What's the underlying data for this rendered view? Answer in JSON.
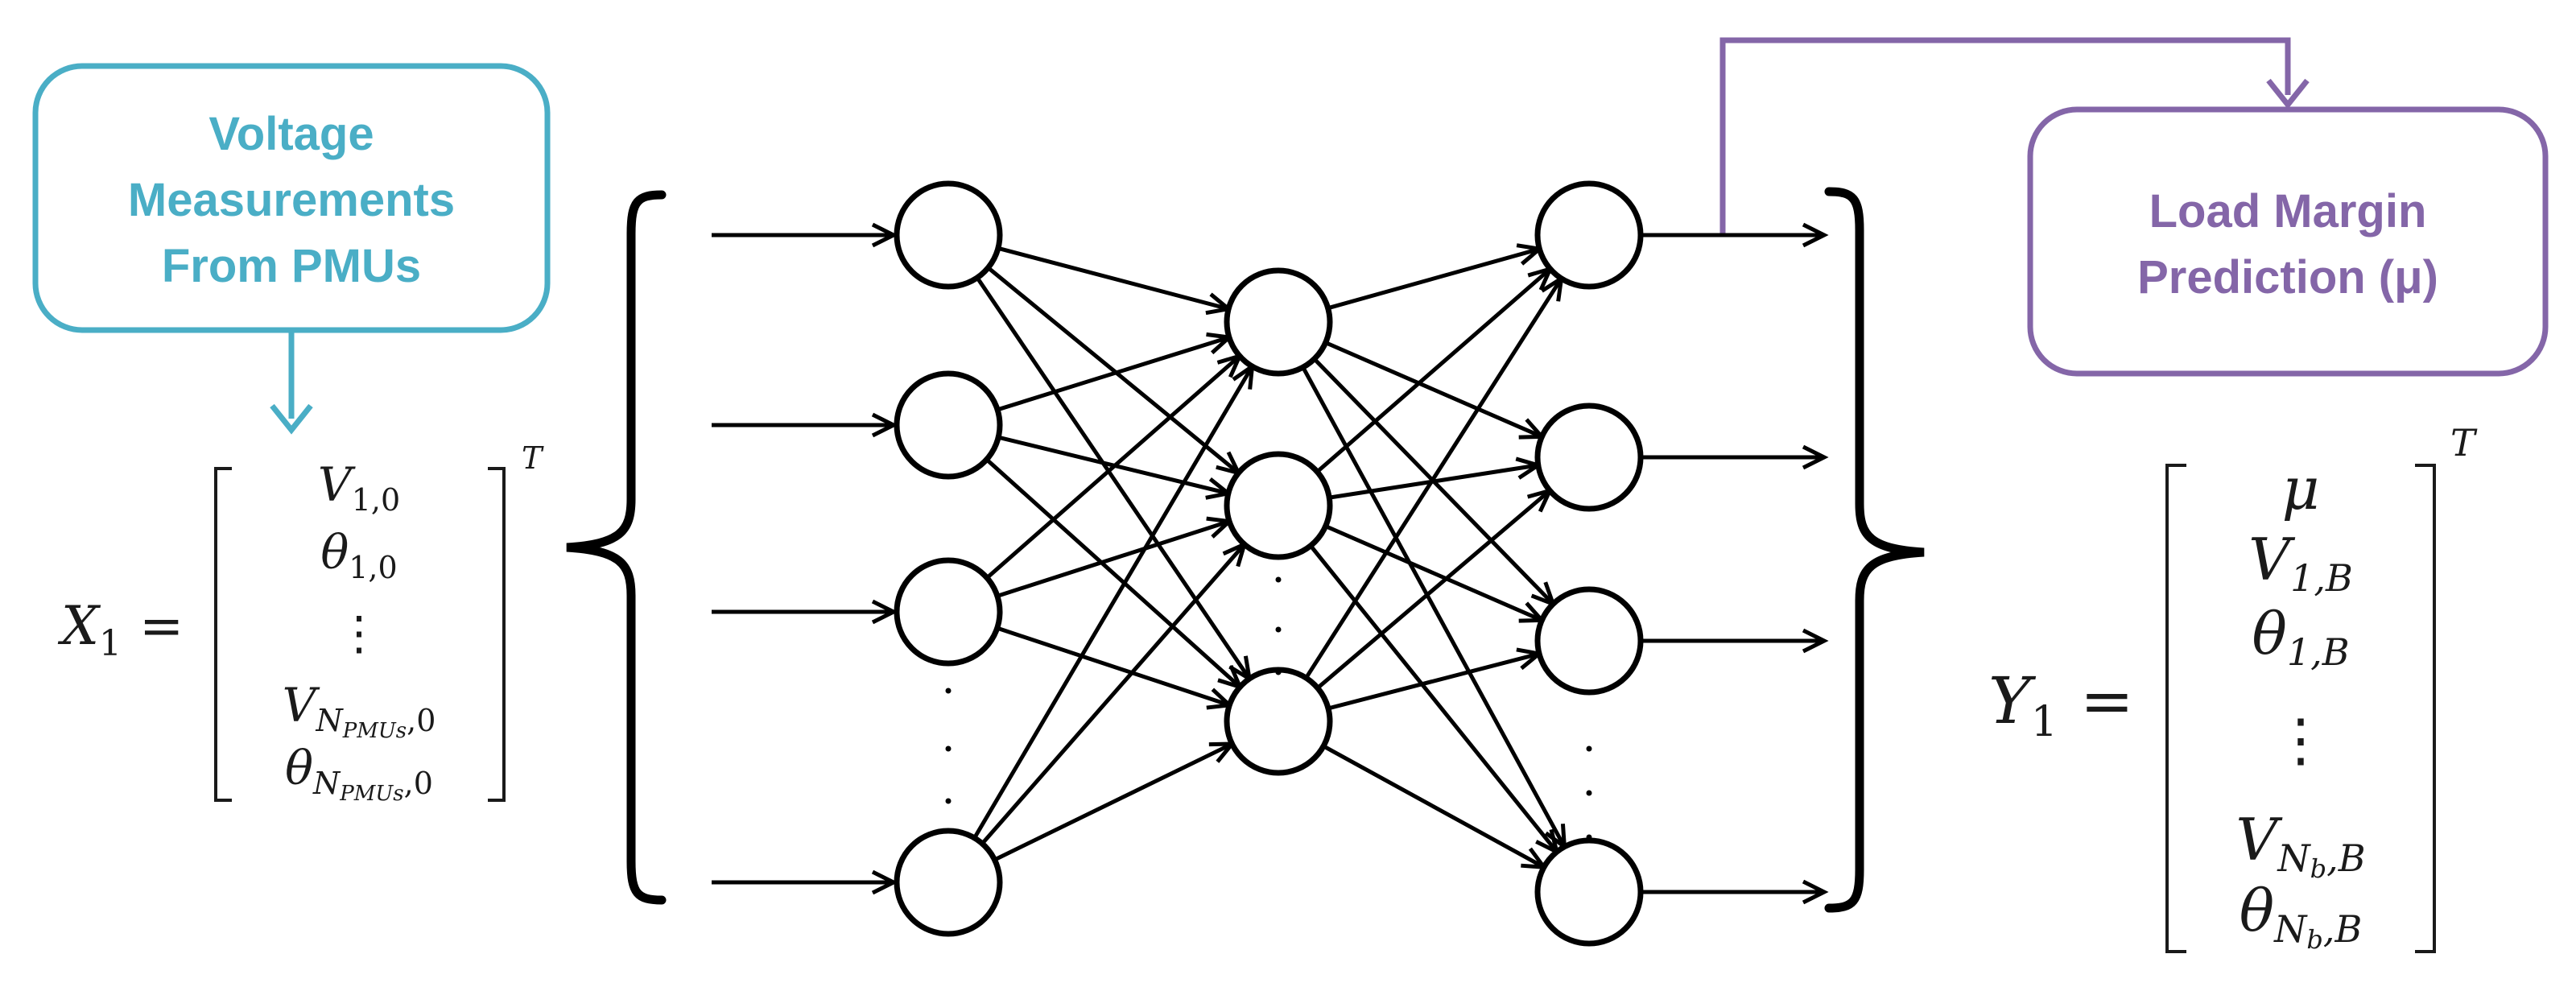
{
  "colors": {
    "input_box": "#4aaec6",
    "output_box": "#8466a8",
    "network": "#000000",
    "background": "#ffffff"
  },
  "input_box": {
    "lines": [
      "Voltage",
      "Measurements",
      "From PMUs"
    ]
  },
  "output_box": {
    "lines": [
      "Load Margin",
      "Prediction (μ)"
    ]
  },
  "input_vector": {
    "lhs": "X",
    "lhs_sub": "1",
    "equals": "=",
    "transpose": "T",
    "entries": [
      {
        "base": "V",
        "sub": "1,0"
      },
      {
        "base": "θ",
        "sub": "1,0"
      },
      {
        "base": "⋮",
        "sub": ""
      },
      {
        "base": "V",
        "sub": "N",
        "subsub": "PMUs",
        "tail": ",0"
      },
      {
        "base": "θ",
        "sub": "N",
        "subsub": "PMUs",
        "tail": ",0"
      }
    ]
  },
  "output_vector": {
    "lhs": "Y",
    "lhs_sub": "1",
    "equals": "=",
    "transpose": "T",
    "entries": [
      {
        "base": "μ",
        "sub": ""
      },
      {
        "base": "V",
        "sub": "1,B"
      },
      {
        "base": "θ",
        "sub": "1,B"
      },
      {
        "base": "⋮",
        "sub": ""
      },
      {
        "base": "V",
        "sub": "N",
        "subsub": "b",
        "tail": ",B"
      },
      {
        "base": "θ",
        "sub": "N",
        "subsub": "b",
        "tail": ",B"
      }
    ]
  },
  "network": {
    "layers": [
      {
        "name": "input-layer",
        "nodes": 4,
        "ellipsis": true
      },
      {
        "name": "hidden-layer",
        "nodes": 3,
        "ellipsis": true
      },
      {
        "name": "output-layer",
        "nodes": 4,
        "ellipsis": true
      }
    ],
    "input_arrows": 4,
    "output_arrows": 4
  }
}
